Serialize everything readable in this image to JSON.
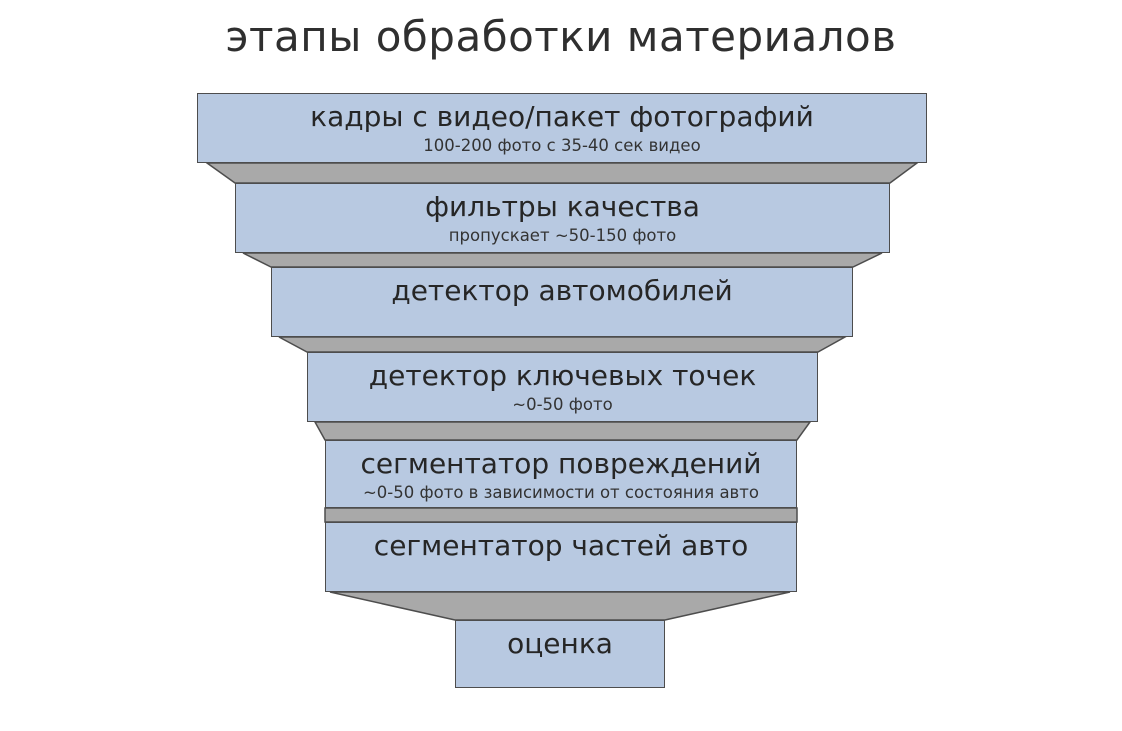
{
  "title": "этапы обработки материалов",
  "colors": {
    "stage_fill": "#b8c9e1",
    "connector_fill": "#a9a9a9",
    "outline": "#4d4d4d",
    "title_text": "#2f2f2f",
    "label_text": "#262626"
  },
  "funnel": {
    "stages": [
      {
        "label": "кадры с видео/пакет фотографий",
        "sublabel": "100-200 фото с 35-40 сек видео"
      },
      {
        "label": "фильтры качества",
        "sublabel": "пропускает ~50-150 фото"
      },
      {
        "label": "детектор автомобилей",
        "sublabel": ""
      },
      {
        "label": "детектор ключевых точек",
        "sublabel": "~0-50 фото"
      },
      {
        "label": "сегментатор повреждений",
        "sublabel": "~0-50 фото в зависимости от состояния авто"
      },
      {
        "label": "сегментатор частей авто",
        "sublabel": ""
      },
      {
        "label": "оценка",
        "sublabel": ""
      }
    ]
  }
}
